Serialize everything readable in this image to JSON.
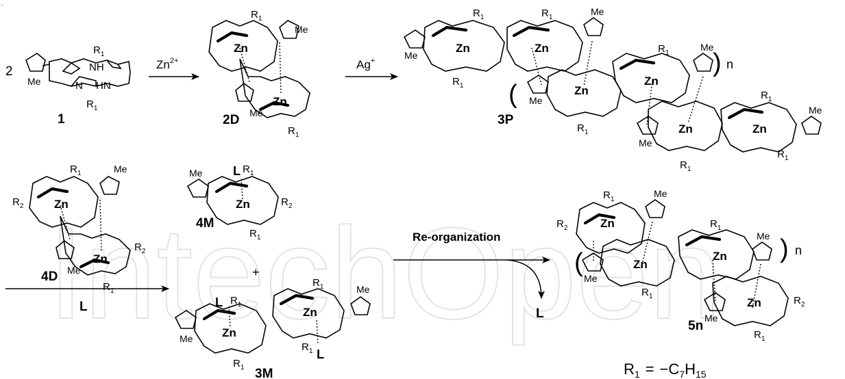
{
  "watermark": "IntechOpen",
  "stoich": "2",
  "labels": {
    "c1": "1",
    "c2D": "2D",
    "c3P": "3P",
    "c4D": "4D",
    "c4M": "4M",
    "c3M": "3M",
    "c5n": "5n"
  },
  "atoms": {
    "zn": "Zn",
    "n": "N",
    "nh": "NH",
    "hn": "HN",
    "me": "Me",
    "r1_base": "R",
    "r1_sub": "1",
    "r2_base": "R",
    "r2_sub": "2",
    "ligand": "L",
    "repeat": "n"
  },
  "reagents": {
    "zn_base": "Zn",
    "zn_charge": "2+",
    "ag_base": "Ag",
    "ag_charge": "+",
    "ligand": "L",
    "reorganization": "Re-organization",
    "released": "L",
    "plus": "+"
  },
  "footnote": {
    "lhs_base": "R",
    "lhs_sub": "1",
    "equals": "=",
    "rhs_prefix": "−C",
    "rhs_c_sub": "7",
    "rhs_h": "H",
    "rhs_h_sub": "15"
  }
}
